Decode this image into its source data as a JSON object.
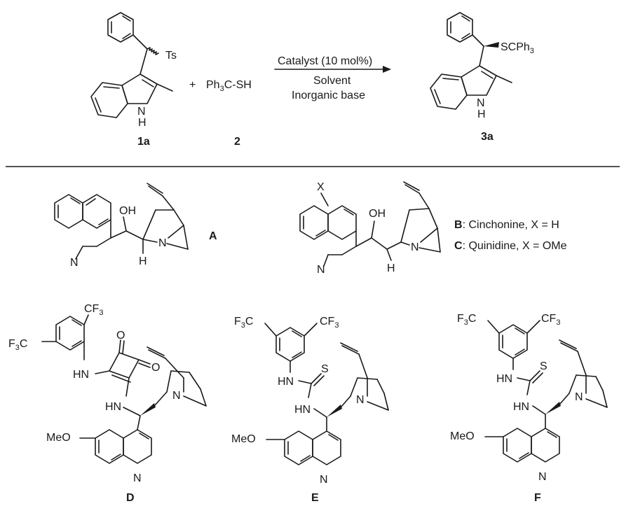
{
  "reaction": {
    "reactant1": {
      "substituent": "Ts",
      "nh": "H",
      "nh_n": "N",
      "label": "1a"
    },
    "plus": "+",
    "reagent2": {
      "text_main": "Ph",
      "sub3": "3",
      "text_rest": "C-SH",
      "label": "2"
    },
    "conditions": {
      "catalyst": "Catalyst (10 mol%)",
      "solvent": "Solvent",
      "base": "Inorganic base"
    },
    "product": {
      "s_group_main": "SCPh",
      "s_group_sub": "3",
      "nh_n": "N",
      "nh": "H",
      "label": "3a"
    }
  },
  "catalysts": {
    "A": {
      "label": "A",
      "oh": "OH",
      "n_quin": "N",
      "n_amine": "N",
      "h": "H"
    },
    "BC": {
      "x": "X",
      "oh": "OH",
      "n_quin": "N",
      "n_amine": "N",
      "h": "H",
      "b_label": "B",
      "b_text": ": Cinchonine, X = H",
      "c_label": "C",
      "c_text": ": Quinidine, X = OMe"
    },
    "D": {
      "label": "D",
      "cf3a_main": "CF",
      "cf3a_sub": "3",
      "cf3b_main": "F",
      "cf3b_sub": "3",
      "cf3b_rest": "C",
      "hn1": "HN",
      "hn2": "HN",
      "o1": "O",
      "o2": "O",
      "n_amine": "N",
      "meo": "MeO",
      "n_quin": "N"
    },
    "E": {
      "label": "E",
      "cf3a_main": "F",
      "cf3a_sub": "3",
      "cf3a_rest": "C",
      "cf3b_main": "CF",
      "cf3b_sub": "3",
      "hn": "HN",
      "s": "S",
      "hn2": "HN",
      "n_amine": "N",
      "meo": "MeO",
      "n_quin": "N"
    },
    "F": {
      "label": "F",
      "cf3a_main": "F",
      "cf3a_sub": "3",
      "cf3a_rest": "C",
      "cf3b_main": "CF",
      "cf3b_sub": "3",
      "hn": "HN",
      "s": "S",
      "hn2": "HN",
      "n_amine": "N",
      "meo": "MeO",
      "n_quin": "N"
    }
  }
}
